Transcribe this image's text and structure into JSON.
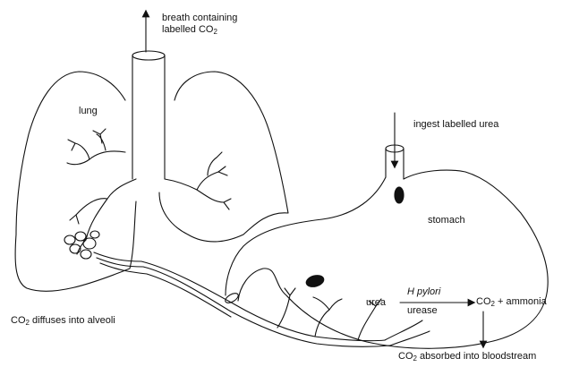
{
  "labels": {
    "breath_line1": "breath containing",
    "breath_line2_prefix": "labelled CO",
    "breath_line2_sub": "2",
    "lung": "lung",
    "ingest": "ingest labelled urea",
    "stomach": "stomach",
    "h_pylori": "H pylori",
    "urea": "urea",
    "urease": "urease",
    "co2_product_prefix": "CO",
    "co2_product_sub": "2",
    "co2_product_suffix": " + ammonia",
    "diffuses_prefix": "CO",
    "diffuses_sub": "2",
    "diffuses_suffix": " diffuses into alveoli",
    "absorbed_prefix": "CO",
    "absorbed_sub": "2",
    "absorbed_suffix": " absorbed into bloodstream"
  }
}
